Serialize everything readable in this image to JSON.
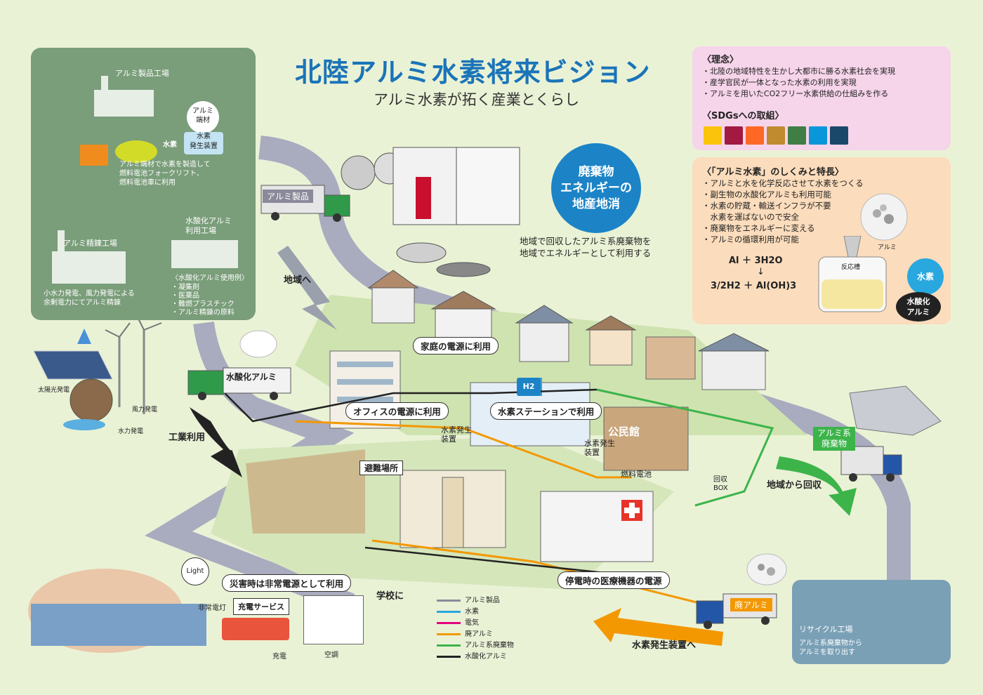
{
  "title": "北陸アルミ水素将来ビジョン",
  "subtitle": "アルミ水素が拓く産業とくらし",
  "factory_panel": {
    "product_factory": "アルミ製品工場",
    "scrap": "アルミ\n端材",
    "generator": "水素\n発生装置",
    "hydrogen_arrow": "水素",
    "forklift_text": [
      "アルミ端材で水素を製造して",
      "燃料電池フォークリフト、",
      "燃料電池車に利用"
    ],
    "hydroxide_factory": "水酸化アルミ\n利用工場",
    "refinery": "アルミ精錬工場",
    "refinery_text": [
      "小水力発電、風力発電による",
      "余剰電力にてアルミ精錬"
    ],
    "uses_title": "〈水酸化アルミ使用例〉",
    "uses": [
      "・凝集剤",
      "・医薬品",
      "・難燃プラスチック",
      "・アルミ精錬の原料"
    ]
  },
  "principles": {
    "title": "〈理念〉",
    "items": [
      "・北陸の地域特性を生かし大都市に勝る水素社会を実現",
      "・産学官民が一体となった水素の利用を実現",
      "・アルミを用いたCO2フリー水素供給の仕組みを作る"
    ],
    "sdgs_title": "〈SDGsへの取組〉",
    "sdg_colors": [
      "#fcc30b",
      "#a21942",
      "#fd6925",
      "#bf8b2e",
      "#3f7e44",
      "#0a97d9",
      "#19486a"
    ]
  },
  "mechanism": {
    "title": "〈「アルミ水素」のしくみと特長〉",
    "items": [
      "・アルミと水を化学反応させて水素をつくる",
      "・副生物の水酸化アルミも利用可能",
      "・水素の貯蔵・輸送インフラが不要",
      "　水素を運ばないので安全",
      "・廃棄物をエネルギーに変える",
      "・アルミの循環利用が可能"
    ],
    "aluminum": "アルミ",
    "equation_1": "Al ＋ 3H2O",
    "equation_2": "3/2H2 ＋ Al(OH)3",
    "reactor": "反応槽",
    "hydrogen": "水素",
    "hydroxide": "水酸化\nアルミ"
  },
  "bubble": [
    "廃棄物",
    "エネルギーの",
    "地産地消"
  ],
  "bubble_caption": [
    "地域で回収したアルミ系廃棄物を",
    "地域でエネルギーとして利用する"
  ],
  "labels": {
    "truck_products": "アルミ製品",
    "to_region": "地域へ",
    "truck_hydroxide": "水酸化アルミ",
    "industrial": "工業利用",
    "home": "家庭の電源に利用",
    "office": "オフィスの電源に利用",
    "station": "水素ステーションで利用",
    "generator_left": "水素発生\n装置",
    "generator_right": "水素発生\n装置",
    "fuel_cell": "燃料電池",
    "community_hall": "公民館",
    "collection_box": "回収\nBOX",
    "evacuation": "避難場所",
    "waste_label": "アルミ系\n廃棄物",
    "collect": "地域から回収",
    "hospital": "停電時の医療機器の電源",
    "disaster": "災害時は非常電源として利用",
    "to_school": "学校に",
    "light": "Light",
    "emergency_light": "非常電灯",
    "charging": "充電サービス",
    "charge": "充電",
    "aircon": "空調",
    "scrap_aluminum": "廃アルミ",
    "recycle_factory": "リサイクル工場",
    "recycle_text": [
      "アルミ系廃棄物から",
      "アルミを取り出す"
    ],
    "to_generator": "水素発生装置へ",
    "solar": "太陽光発電",
    "wind": "風力発電",
    "hydro": "水力発電",
    "h2": "H2"
  },
  "legend": [
    {
      "label": "アルミ製品",
      "color": "#8a8a9a"
    },
    {
      "label": "水素",
      "color": "#29a8e0"
    },
    {
      "label": "電気",
      "color": "#e4007f"
    },
    {
      "label": "廃アルミ",
      "color": "#f39800"
    },
    {
      "label": "アルミ系廃棄物",
      "color": "#3cb44a"
    },
    {
      "label": "水酸化アルミ",
      "color": "#222222"
    }
  ]
}
